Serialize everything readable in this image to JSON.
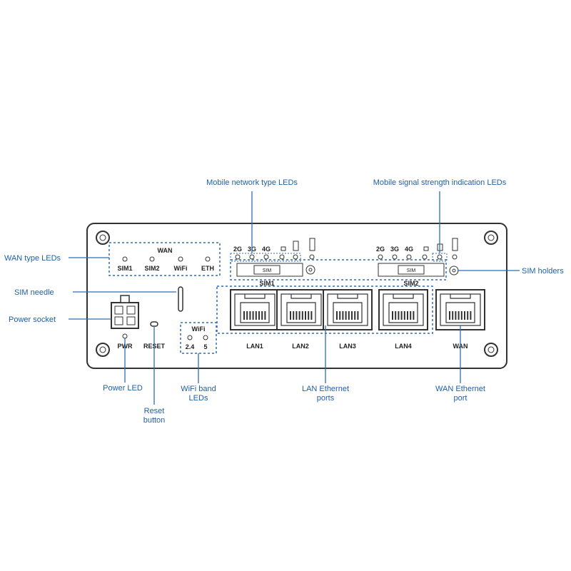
{
  "device": {
    "wan_header": "WAN",
    "wan_leds": [
      "SIM1",
      "SIM2",
      "WiFi",
      "ETH"
    ],
    "mobile_tech_left": [
      "2G",
      "3G",
      "4G"
    ],
    "mobile_tech_right": [
      "2G",
      "3G",
      "4G"
    ],
    "sim_slot_label": "SIM",
    "sim1_label": "SIM1",
    "sim2_label": "SIM2",
    "pwr_label": "PWR",
    "reset_label": "RESET",
    "wifi_header": "WiFi",
    "wifi_bands": [
      "2.4",
      "5"
    ],
    "lan_ports": [
      "LAN1",
      "LAN2",
      "LAN3",
      "LAN4"
    ],
    "wan_port": "WAN"
  },
  "callouts": {
    "mobile_network_type": "Mobile network type LEDs",
    "mobile_signal_strength": "Mobile signal strength indication LEDs",
    "wan_type": "WAN type LEDs",
    "sim_holders": "SIM holders",
    "sim_needle": "SIM needle",
    "power_socket": "Power socket",
    "power_led": "Power LED",
    "reset_button": [
      "Reset",
      "button"
    ],
    "wifi_band": [
      "WiFi band",
      "LEDs"
    ],
    "lan_ethernet": [
      "LAN Ethernet",
      "ports"
    ],
    "wan_ethernet": [
      "WAN Ethernet",
      "port"
    ]
  },
  "colors": {
    "accent": "#1f5fa8",
    "outline": "#333333"
  }
}
